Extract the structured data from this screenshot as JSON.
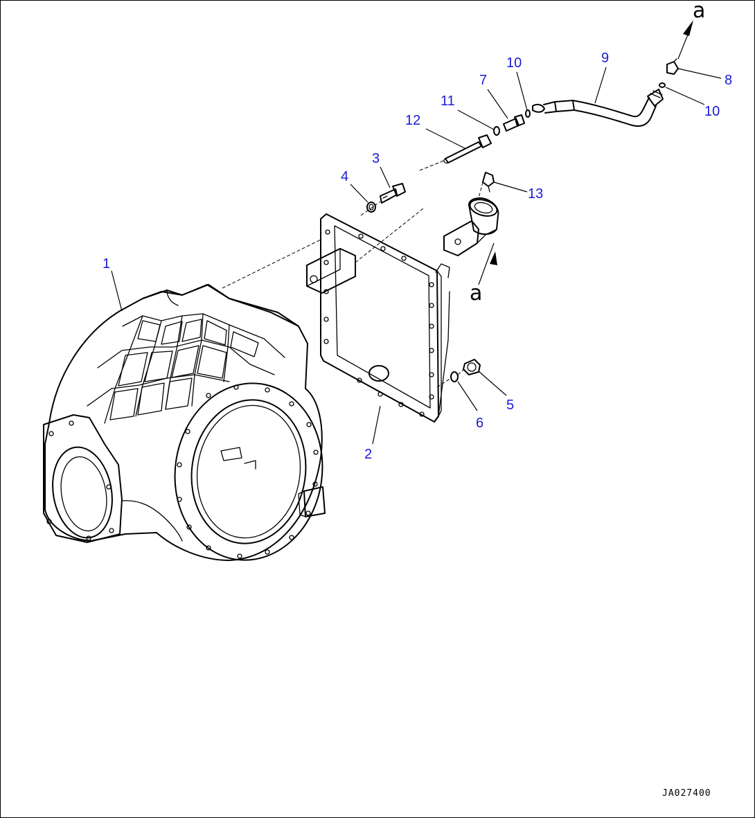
{
  "diagram": {
    "callouts": [
      {
        "id": "1",
        "label": "1"
      },
      {
        "id": "2",
        "label": "2"
      },
      {
        "id": "3",
        "label": "3"
      },
      {
        "id": "4",
        "label": "4"
      },
      {
        "id": "5",
        "label": "5"
      },
      {
        "id": "6",
        "label": "6"
      },
      {
        "id": "7",
        "label": "7"
      },
      {
        "id": "8",
        "label": "8"
      },
      {
        "id": "9",
        "label": "9"
      },
      {
        "id": "10a",
        "label": "10"
      },
      {
        "id": "10b",
        "label": "10"
      },
      {
        "id": "11",
        "label": "11"
      },
      {
        "id": "12",
        "label": "12"
      },
      {
        "id": "13",
        "label": "13"
      }
    ],
    "reference_marks": {
      "top": "a",
      "lower": "a"
    },
    "drawing_code": "JA027400",
    "colors": {
      "callout_text": "#1a1ad6",
      "line": "#000000",
      "background": "#ffffff"
    }
  }
}
